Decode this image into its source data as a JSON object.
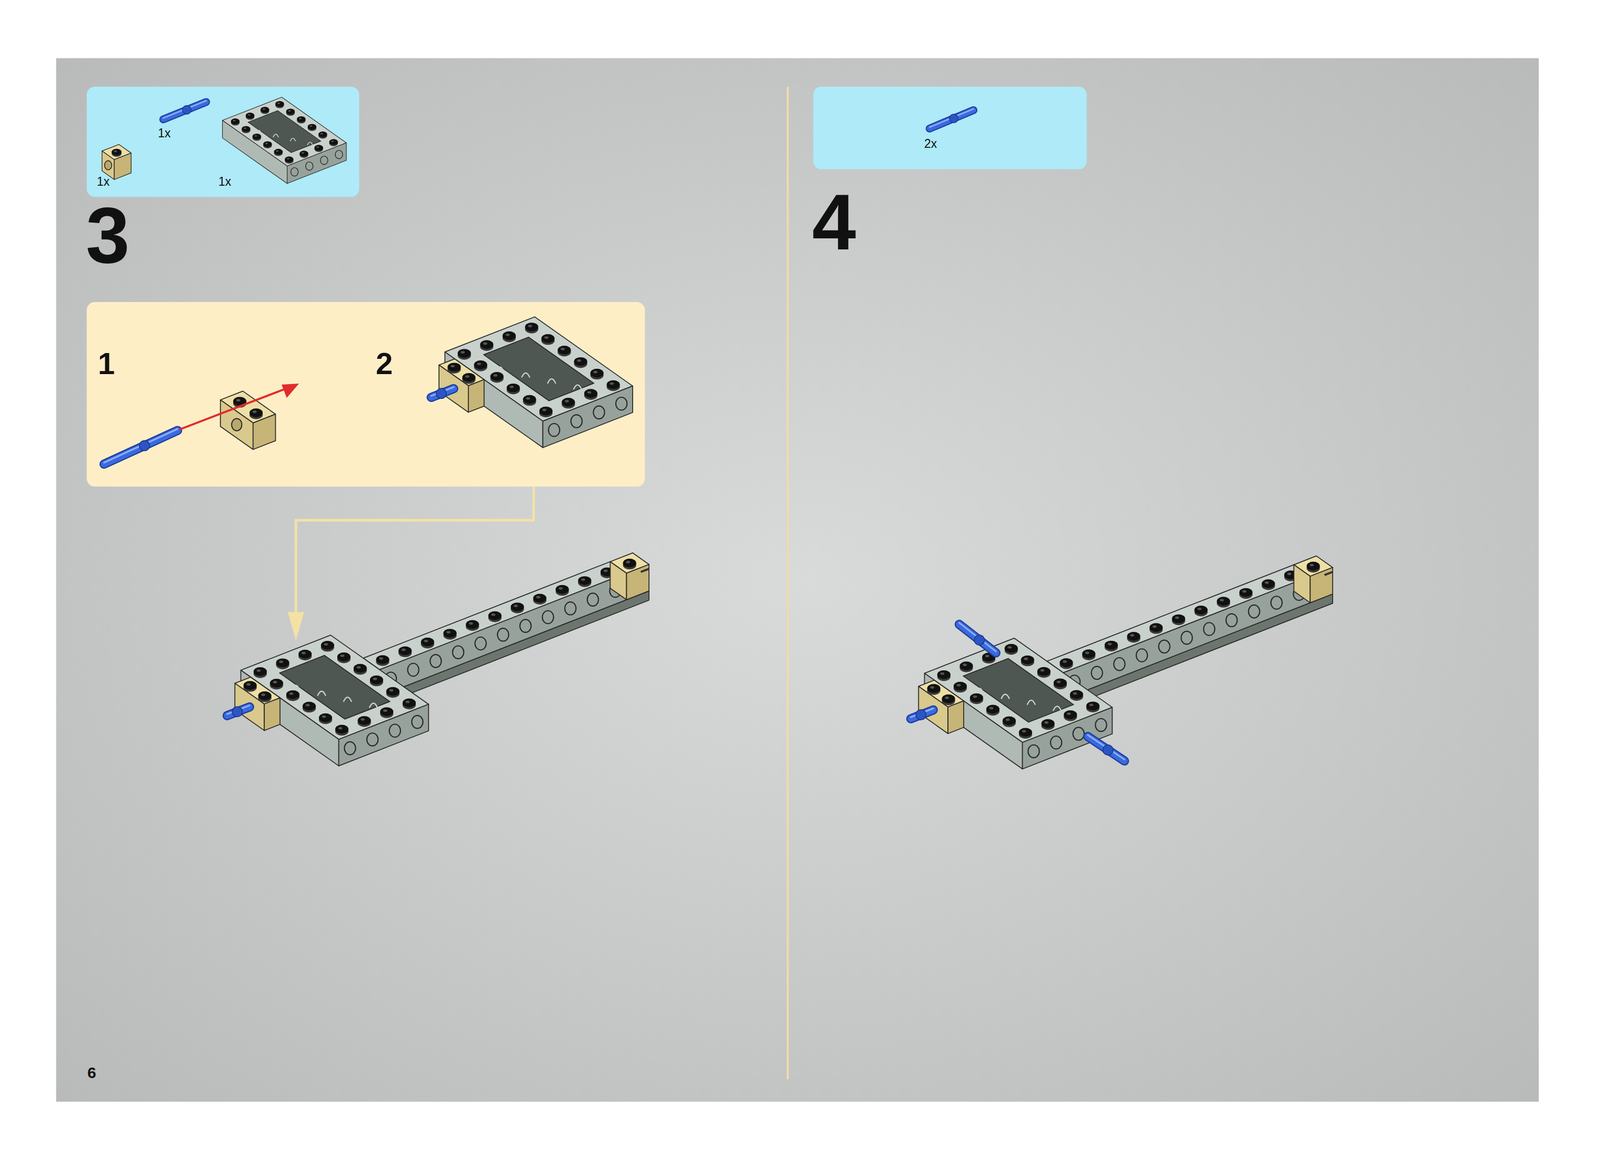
{
  "diagram": {
    "labels": [
      "1x",
      "1x",
      "1x",
      "3",
      "1",
      "2",
      "4",
      "2x",
      "6"
    ]
  }
}
